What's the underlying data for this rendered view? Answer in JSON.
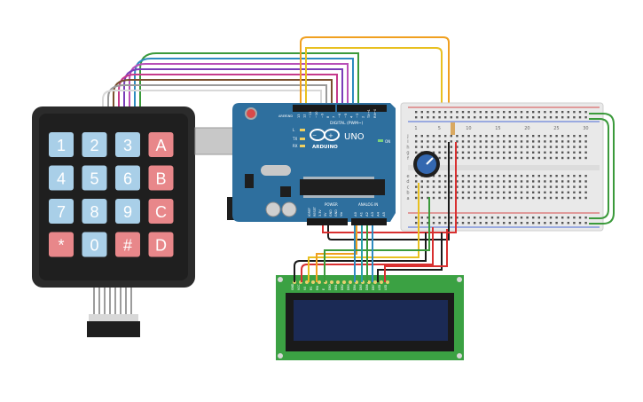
{
  "keypad": {
    "keys": [
      [
        "1",
        "2",
        "3",
        "A"
      ],
      [
        "4",
        "5",
        "6",
        "B"
      ],
      [
        "7",
        "8",
        "9",
        "C"
      ],
      [
        "*",
        "0",
        "#",
        "D"
      ]
    ]
  },
  "arduino": {
    "brand": "ARDUINO",
    "model": "UNO",
    "digital_label": "DIGITAL (PWM~)",
    "analog_label": "ANALOG IN",
    "power_label": "POWER",
    "tx_label": "TX",
    "rx_label": "RX",
    "l_label": "L",
    "on_label": "ON",
    "aref_label": "AREF",
    "gnd_label": "GND",
    "digital_pins": [
      "13",
      "12",
      "~11",
      "~10",
      "~9",
      "8",
      "7",
      "~6",
      "~5",
      "4",
      "~3",
      "2",
      "TX→1",
      "RX←0"
    ],
    "analog_pins": [
      "A0",
      "A1",
      "A2",
      "A3",
      "A4",
      "A5"
    ],
    "power_pins": [
      "IOREF",
      "RESET",
      "3.3V",
      "5V",
      "GND",
      "GND",
      "Vin"
    ]
  },
  "lcd": {
    "pin_labels": [
      "GND",
      "VCC",
      "V0",
      "RS",
      "RW",
      "E",
      "DB0",
      "DB1",
      "DB2",
      "DB3",
      "DB4",
      "DB5",
      "DB6",
      "DB7",
      "LED",
      "LED"
    ]
  },
  "breadboard": {
    "columns_top": [
      "1",
      "5",
      "10",
      "15",
      "20",
      "25",
      "30"
    ],
    "row_letters": [
      "j",
      "i",
      "h",
      "g",
      "f",
      "e",
      "d",
      "c",
      "b",
      "a"
    ]
  },
  "colors": {
    "keypad_body": "#2b2b2b",
    "key_blue": "#a9cfe8",
    "key_red": "#e8878a",
    "arduino_board": "#2e6f9e",
    "lcd_pcb": "#3ba143",
    "lcd_screen": "#1b2a55",
    "breadboard": "#e9e9e9"
  }
}
